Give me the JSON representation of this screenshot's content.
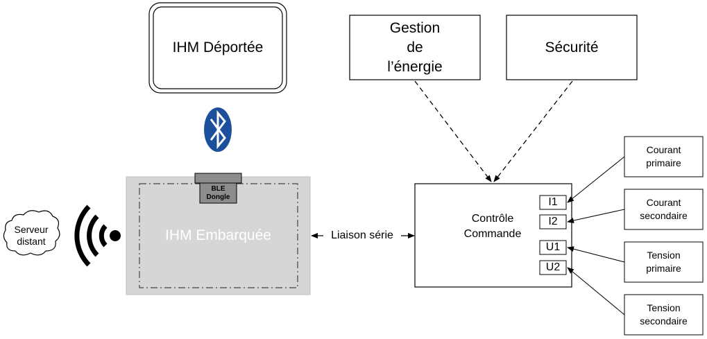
{
  "remote_hmi": {
    "label": "IHM Déportée"
  },
  "energy_mgmt": {
    "label": "Gestion\nde\nl’énergie"
  },
  "security": {
    "label": "Sécurité"
  },
  "embedded_hmi": {
    "label": "IHM Embarquée"
  },
  "ble_dongle": {
    "label": "BLE\nDongle"
  },
  "serial_link": {
    "label": "Liaison série"
  },
  "control": {
    "label": "Contrôle\nCommande"
  },
  "server": {
    "label": "Serveur\ndistant"
  },
  "ports": [
    "I1",
    "I2",
    "U1",
    "U2"
  ],
  "sensors": [
    "Courant\nprimaire",
    "Courant\nsecondaire",
    "Tension\nprimaire",
    "Tension\nsecondaire"
  ],
  "icons": {
    "bluetooth": "bluetooth-icon",
    "wifi": "wifi-icon",
    "cloud": "cloud-icon"
  },
  "colors": {
    "bluetooth_blue": "#1c4f9c",
    "embedded_gray": "#d6d6d6",
    "dongle_gray": "#8c8c8c"
  }
}
